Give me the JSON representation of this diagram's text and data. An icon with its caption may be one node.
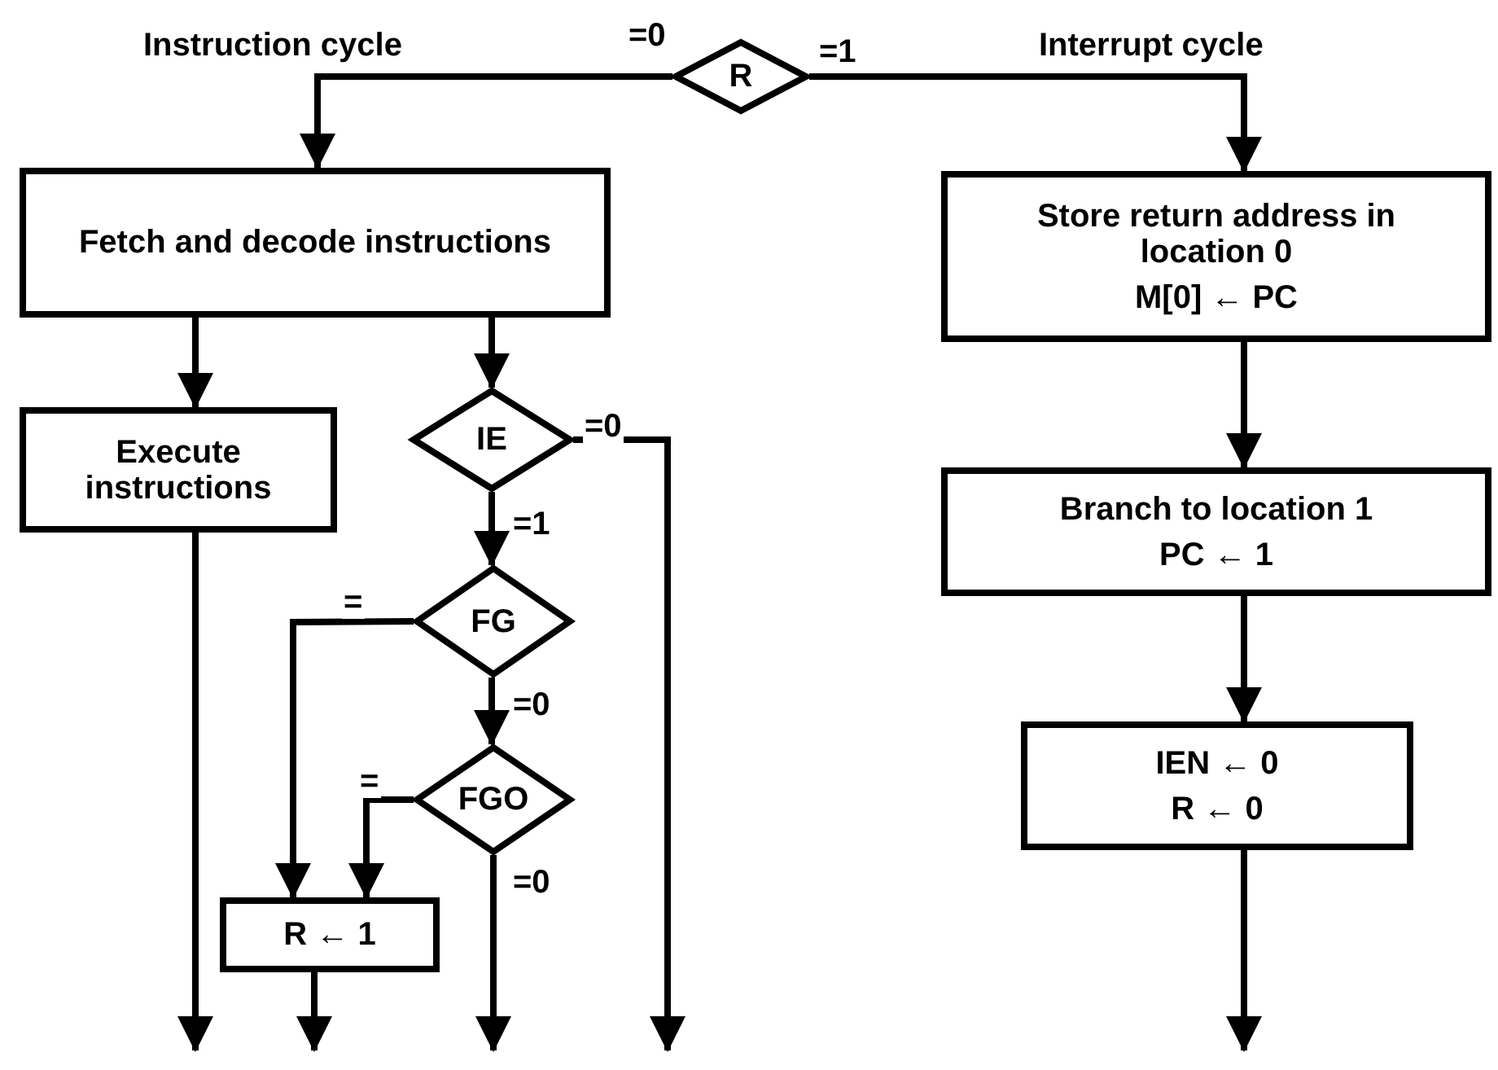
{
  "diagram": {
    "nodes": [
      {
        "text": [
          "R"
        ]
      },
      {
        "text": [
          "Fetch and decode instructions"
        ]
      },
      {
        "text": [
          "Execute instructions"
        ]
      },
      {
        "text": [
          "IE"
        ]
      },
      {
        "text": [
          "FG"
        ]
      },
      {
        "text": [
          "FGO"
        ]
      },
      {
        "text": [
          "R ← 1"
        ]
      },
      {
        "text": [
          "Store return address in location 0",
          "M[0] ← PC"
        ]
      },
      {
        "text": [
          "Branch to location 1",
          "PC ← 1"
        ]
      },
      {
        "text": [
          "IEN ← 0",
          "R ← 0"
        ]
      }
    ],
    "edges": [
      {
        "from": 0,
        "to": 1,
        "arrow": "to",
        "label": "=0"
      },
      {
        "from": 0,
        "to": 7,
        "arrow": "to",
        "label": "=1"
      },
      {
        "from": 1,
        "to": 2,
        "arrow": "to"
      },
      {
        "from": 1,
        "to": 3,
        "arrow": "to"
      },
      {
        "from": 2,
        "to": null,
        "arrow": "to"
      },
      {
        "from": 3,
        "to": null,
        "arrow": "to",
        "label": "=0"
      },
      {
        "from": 3,
        "to": 4,
        "arrow": "to",
        "label": "=1"
      },
      {
        "from": 4,
        "to": 6,
        "arrow": "to",
        "label": "="
      },
      {
        "from": 4,
        "to": 5,
        "arrow": "to",
        "label": "=0"
      },
      {
        "from": 5,
        "to": 6,
        "arrow": "to",
        "label": "="
      },
      {
        "from": 5,
        "to": null,
        "arrow": "to",
        "label": "=0"
      },
      {
        "from": 6,
        "to": null,
        "arrow": "to"
      },
      {
        "from": 7,
        "to": 8,
        "arrow": "to"
      },
      {
        "from": 8,
        "to": 9,
        "arrow": "to"
      },
      {
        "from": 9,
        "to": null,
        "arrow": "to"
      }
    ],
    "labels": [
      "Instruction cycle",
      "Interrupt cycle"
    ]
  }
}
